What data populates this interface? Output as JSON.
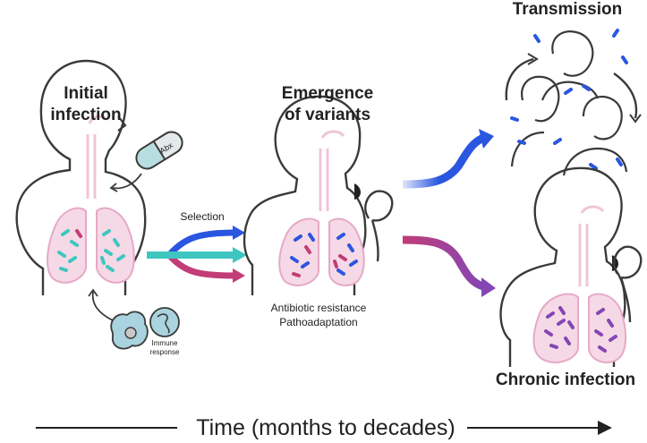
{
  "stages": {
    "initial": {
      "title_line1": "Initial",
      "title_line2": "infection"
    },
    "emergence": {
      "title_line1": "Emergence",
      "title_line2": "of variants"
    },
    "transmission": {
      "title": "Transmission"
    },
    "chronic": {
      "title": "Chronic infection"
    }
  },
  "labels": {
    "abx": "Abx",
    "immune_line1": "Immune",
    "immune_line2": "response",
    "selection": "Selection",
    "outcome_line1": "Antibiotic resistance",
    "outcome_line2": "Pathoadaptation",
    "timeline": "Time (months to decades)"
  },
  "colors": {
    "lung_fill": "#f6d9e6",
    "lung_stroke": "#e6a9c6",
    "trachea": "#efc5d8",
    "teal": "#3fc6c0",
    "blue": "#2a56e0",
    "magenta": "#c23d78",
    "purple": "#8446b4",
    "capsule": "#b8dde0",
    "cell": "#a9d3de",
    "outline": "#3a3a3a"
  },
  "icons": {
    "capsule": "antibiotic-capsule-icon",
    "immune": "immune-cell-icon"
  }
}
